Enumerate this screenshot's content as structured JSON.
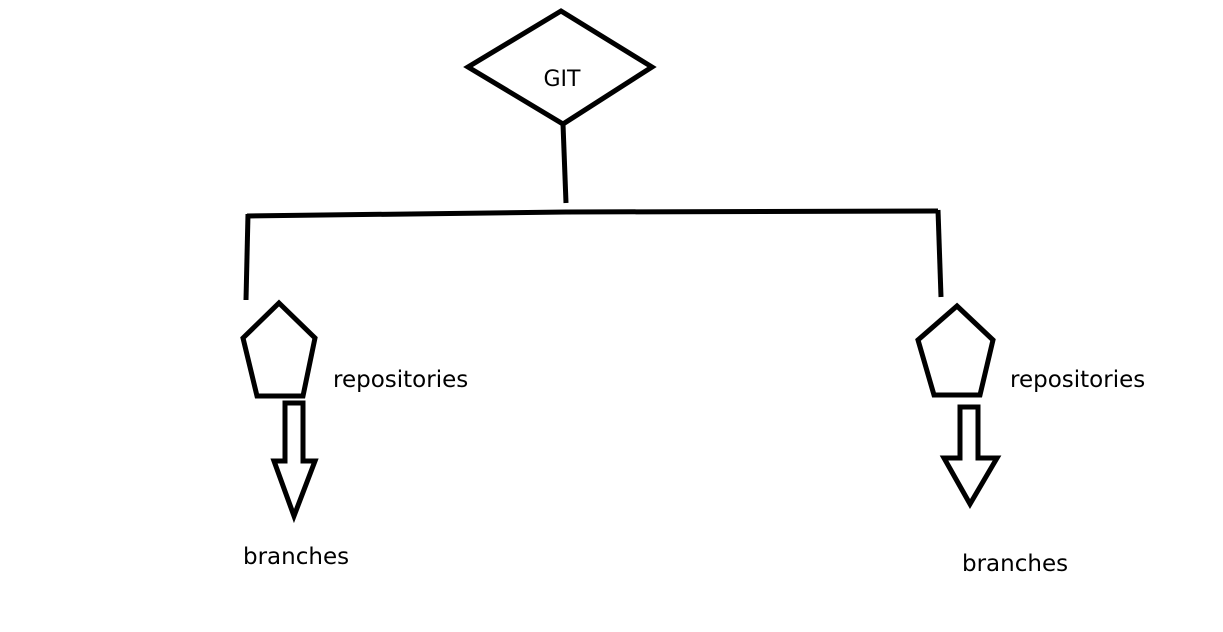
{
  "root": {
    "label": "GIT"
  },
  "branches": [
    {
      "node_label": "repositories",
      "child_label": "branches"
    },
    {
      "node_label": "repositories",
      "child_label": "branches"
    }
  ],
  "colors": {
    "stroke": "#000000",
    "background": "#ffffff"
  }
}
